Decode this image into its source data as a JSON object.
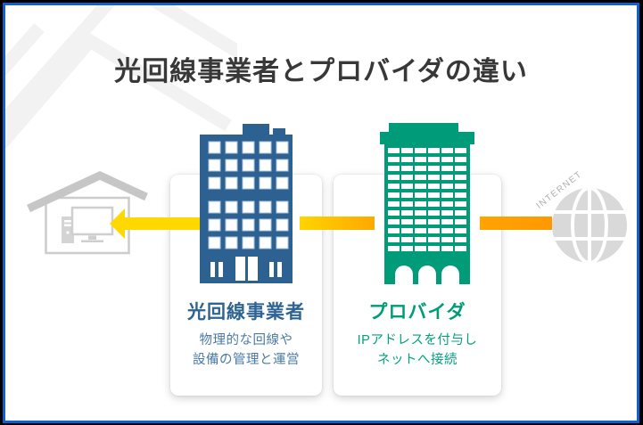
{
  "title": "光回線事業者とプロバイダの違い",
  "diagram": {
    "home": {
      "icon": "house-with-computer-icon"
    },
    "carrier": {
      "icon": "office-building-blue-icon",
      "heading": "光回線事業者",
      "description_line1": "物理的な回線や",
      "description_line2": "設備の管理と運営"
    },
    "provider": {
      "icon": "office-building-green-icon",
      "heading": "プロバイダ",
      "description_line1": "IPアドレスを付与し",
      "description_line2": "ネットへ接続"
    },
    "internet": {
      "icon": "globe-icon",
      "label": "INTERNET"
    },
    "arrows": [
      "internet-to-provider",
      "provider-to-carrier",
      "carrier-to-home"
    ]
  },
  "colors": {
    "frame_border": "#0d62cc",
    "carrier_blue": "#2d6191",
    "provider_green": "#009b78",
    "arrow_yellow": "#ffd800",
    "arrow_orange": "#ff9c00",
    "title_text": "#383838",
    "house_gray": "#cccccc",
    "globe_gray": "#d9d9d9"
  }
}
